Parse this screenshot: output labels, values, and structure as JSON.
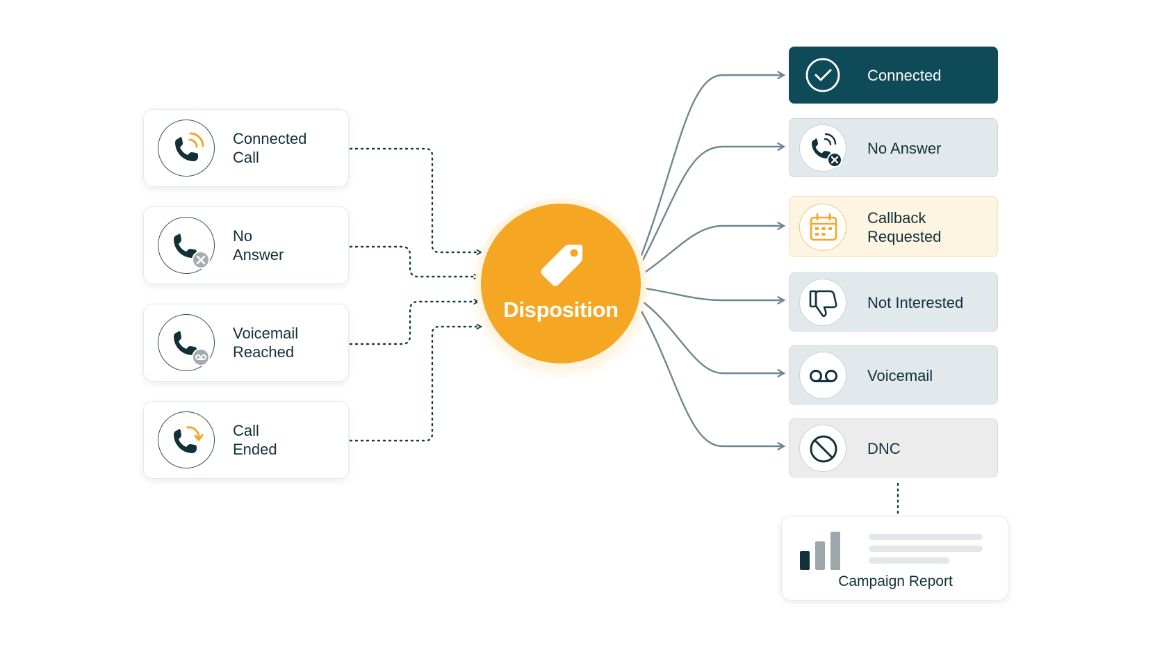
{
  "colors": {
    "accent": "#f5a623",
    "dark_teal": "#0e4a57",
    "light_teal": "#e1e9ec",
    "light_amber": "#fdf4e1",
    "light_gray": "#ececec",
    "text": "#12303a",
    "connector": "#6b8791"
  },
  "sources": [
    {
      "label": "Connected\nCall",
      "icon": "phone-ringing-icon"
    },
    {
      "label": "No\nAnswer",
      "icon": "phone-x-icon"
    },
    {
      "label": "Voicemail\nReached",
      "icon": "phone-voicemail-icon"
    },
    {
      "label": "Call\nEnded",
      "icon": "phone-ended-icon"
    }
  ],
  "hub": {
    "label": "Disposition",
    "icon": "tag-icon"
  },
  "outcomes": [
    {
      "label": "Connected",
      "icon": "check-circle-icon",
      "style": "dark"
    },
    {
      "label": "No Answer",
      "icon": "phone-x-icon",
      "style": "teal"
    },
    {
      "label": "Callback\nRequested",
      "icon": "calendar-icon",
      "style": "amber"
    },
    {
      "label": "Not Interested",
      "icon": "thumbs-down-icon",
      "style": "teal"
    },
    {
      "label": "Voicemail",
      "icon": "voicemail-icon",
      "style": "teal"
    },
    {
      "label": "DNC",
      "icon": "prohibited-icon",
      "style": "gray"
    }
  ],
  "report": {
    "label": "Campaign Report",
    "icon": "bar-chart-icon"
  }
}
